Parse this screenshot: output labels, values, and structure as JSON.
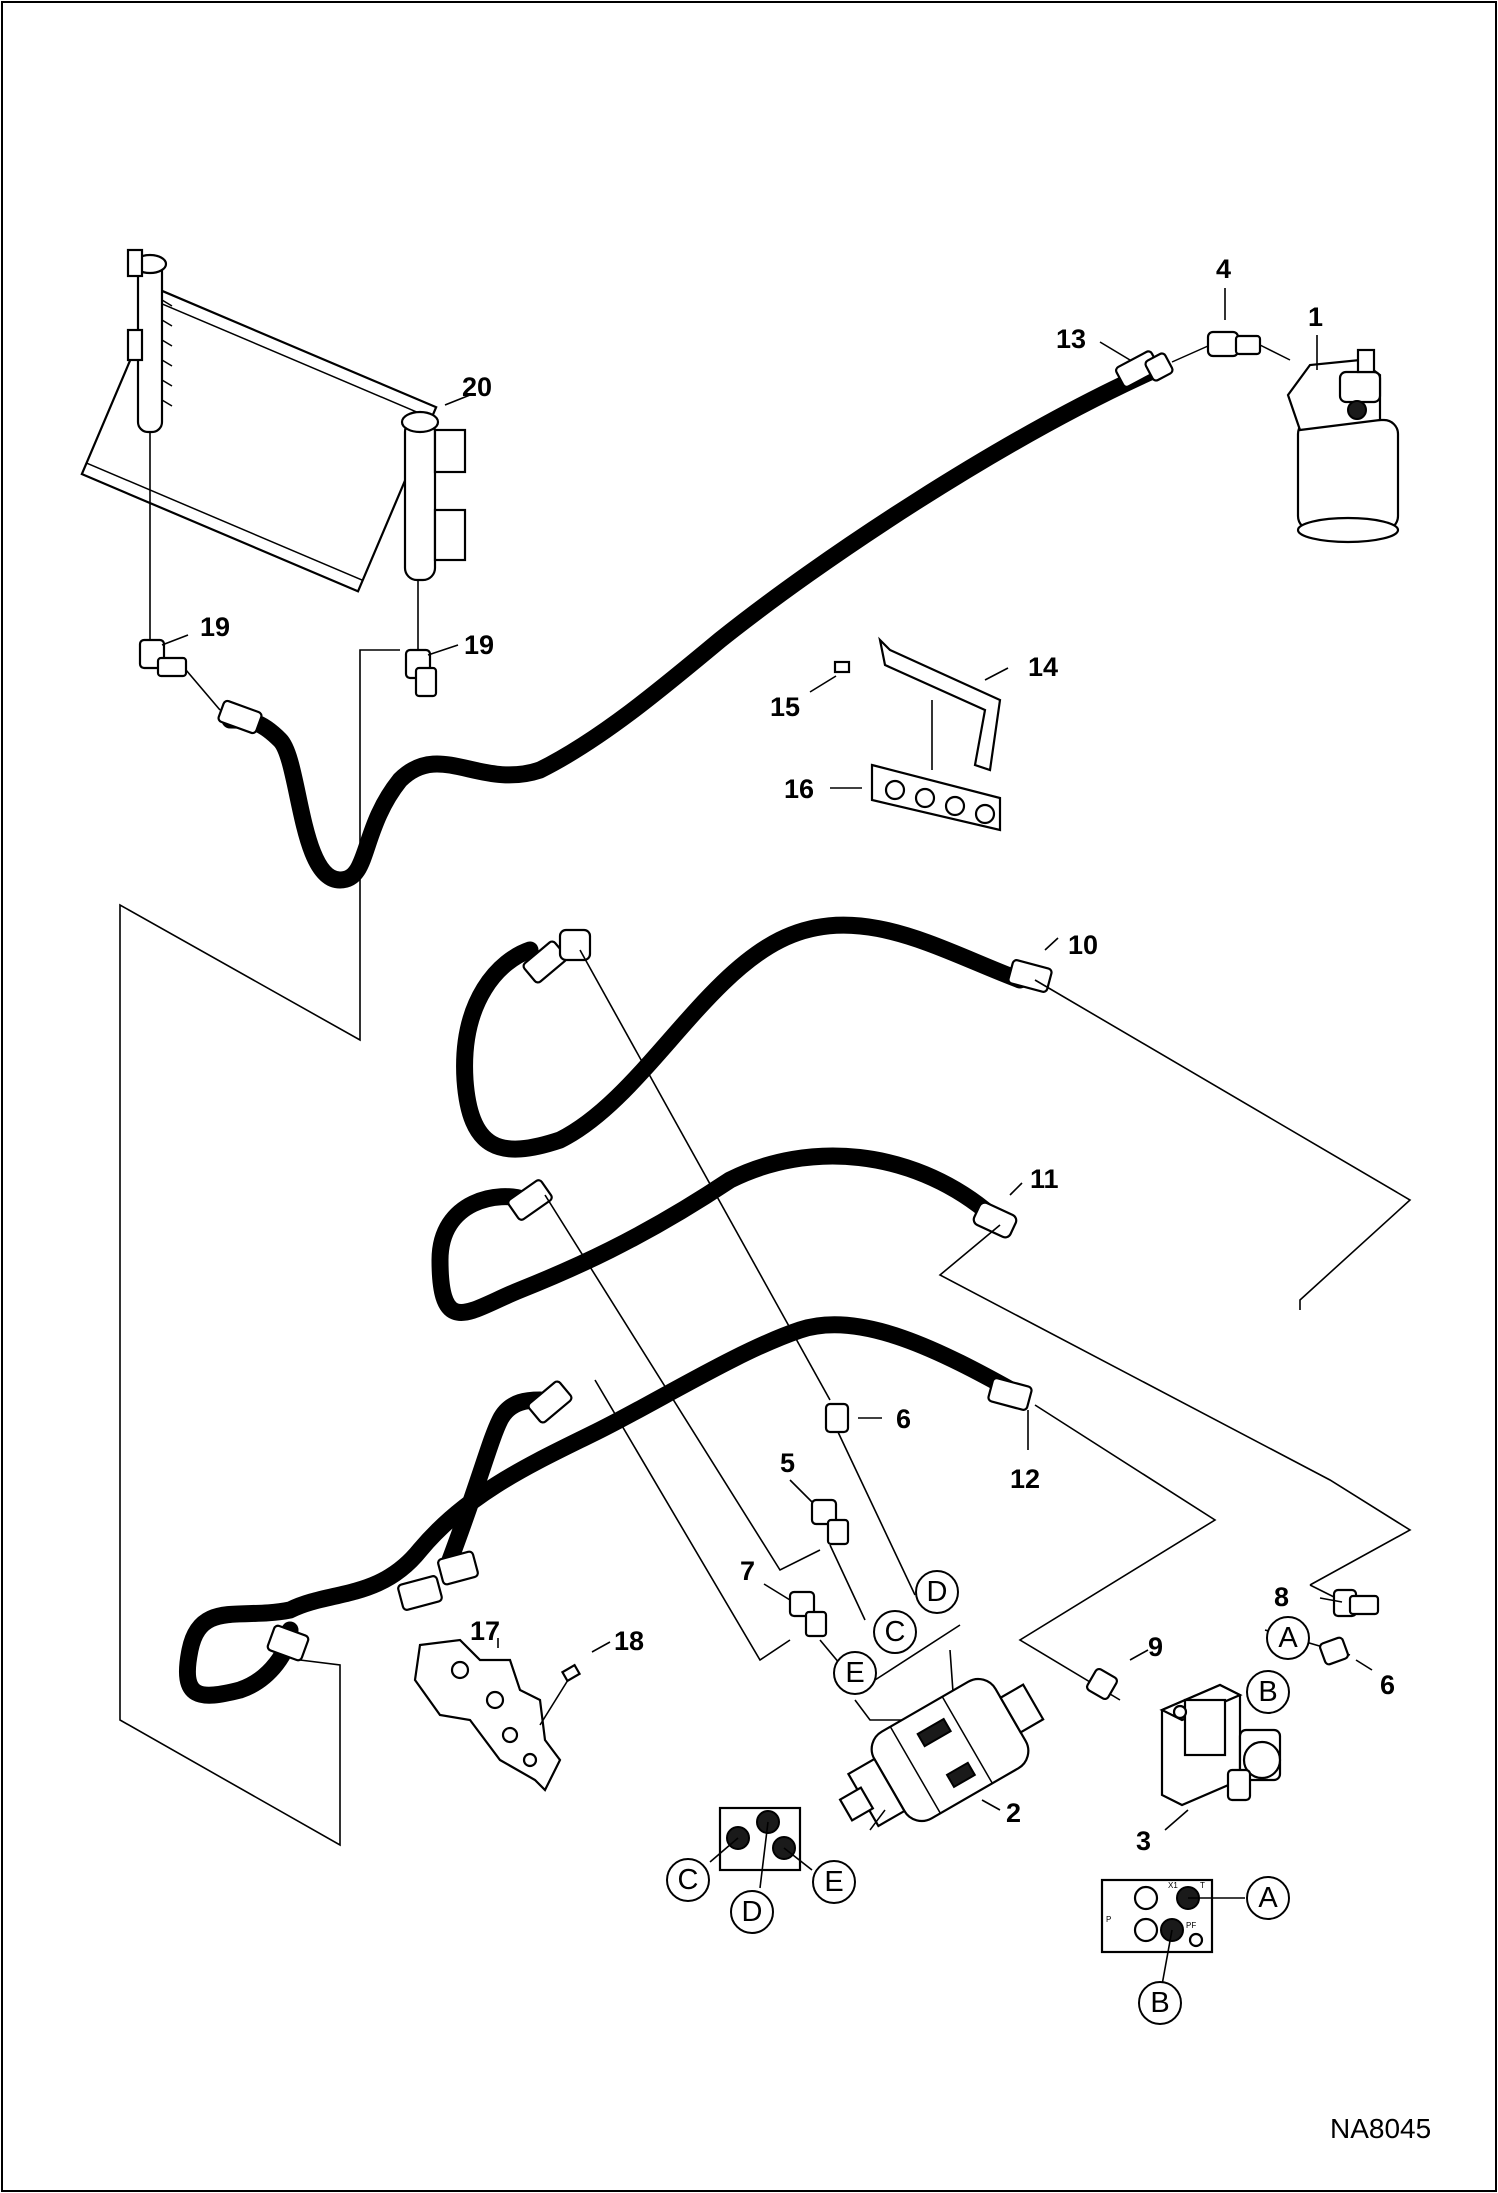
{
  "drawing_id": "NA8045",
  "callouts": [
    "1",
    "2",
    "3",
    "4",
    "5",
    "6",
    "6",
    "7",
    "8",
    "9",
    "10",
    "11",
    "12",
    "13",
    "14",
    "15",
    "16",
    "17",
    "18",
    "19",
    "19",
    "20"
  ],
  "port_labels": [
    "A",
    "B",
    "C",
    "D",
    "E",
    "C",
    "D",
    "E",
    "A",
    "B"
  ],
  "valve_port_marks": [
    "X1",
    "T",
    "P",
    "PF"
  ]
}
